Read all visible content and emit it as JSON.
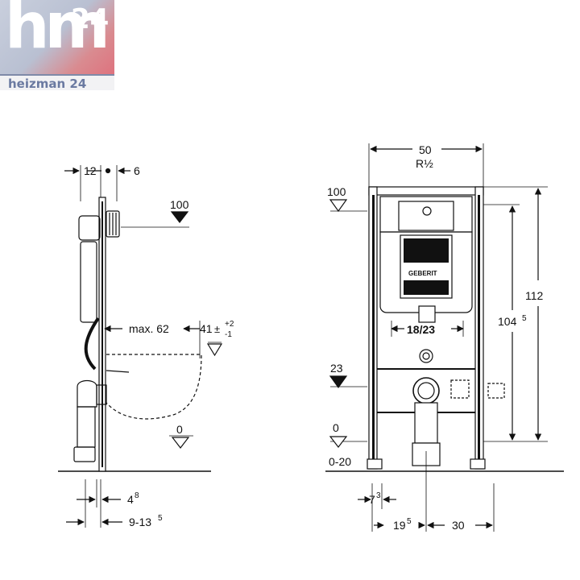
{
  "logo": {
    "mark": "hm",
    "number": "24",
    "text": "heizman 24"
  },
  "side_view": {
    "top_dims": [
      "12",
      "6"
    ],
    "level_100": "100",
    "level_0": "0",
    "max_label": "max. 62",
    "height_41": "41",
    "tol_plus": "+2",
    "tol_minus": "-1",
    "bottom_4": "4",
    "bottom_4_sup": "8",
    "bottom_913": "9-13",
    "bottom_913_sup": "5"
  },
  "front_view": {
    "width": "50",
    "thread": "R½",
    "level_100": "100",
    "level_23": "23",
    "level_0": "0",
    "range_020": "0-20",
    "spacing": "18/23",
    "height_112": "112",
    "height_104": "104",
    "height_104_sup": "5",
    "brand": "GEBERIT",
    "bottom_7": "7",
    "bottom_7_sup": "3",
    "bottom_19": "19",
    "bottom_19_sup": "5",
    "bottom_30": "30"
  }
}
